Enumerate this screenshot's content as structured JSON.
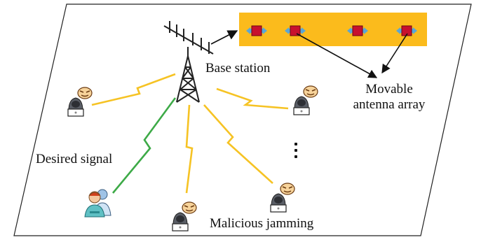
{
  "labels": {
    "base_station": "Base station",
    "movable_antenna": "Movable antenna array",
    "desired_signal": "Desired signal",
    "malicious_jamming": "Malicious jamming"
  },
  "icons": {
    "tower": "base-station-tower-icon",
    "antenna_array": "movable-antenna-array-icon",
    "jammer": "hacker-jammer-icon",
    "user": "legitimate-user-icon",
    "ellipsis": "vertical-ellipsis-icon"
  },
  "colors": {
    "panel": "#fbbb1c",
    "element_red": "#c8102e",
    "arrow_blue": "#5aa6d6",
    "jamming": "#f6c324",
    "desired": "#3daa47",
    "tower": "#222222",
    "plane_stroke": "#222222"
  }
}
